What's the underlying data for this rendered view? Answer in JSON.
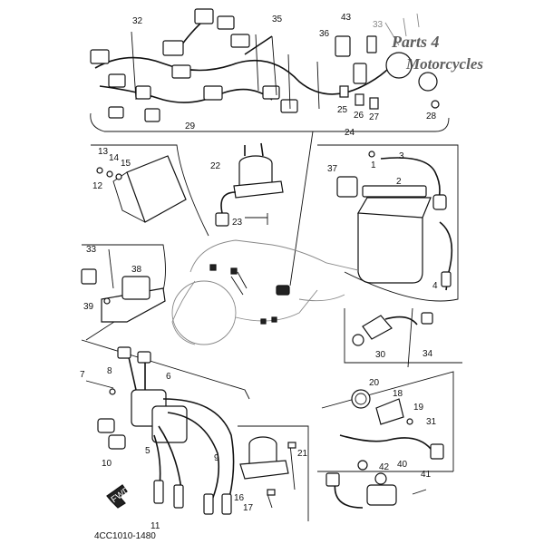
{
  "diagram": {
    "code": "4CC1010-1480",
    "fwd_label": "FWD",
    "watermark": {
      "line1": "Parts 4",
      "line2": "Motorcycles"
    },
    "callouts": [
      "1",
      "2",
      "3",
      "4",
      "5",
      "6",
      "7",
      "8",
      "9",
      "10",
      "11",
      "12",
      "13",
      "14",
      "15",
      "16",
      "17",
      "18",
      "19",
      "20",
      "21",
      "22",
      "23",
      "24",
      "25",
      "26",
      "27",
      "28",
      "29",
      "30",
      "31",
      "32",
      "33",
      "33",
      "34",
      "35",
      "36",
      "37",
      "38",
      "39",
      "40",
      "41",
      "42",
      "43"
    ]
  }
}
